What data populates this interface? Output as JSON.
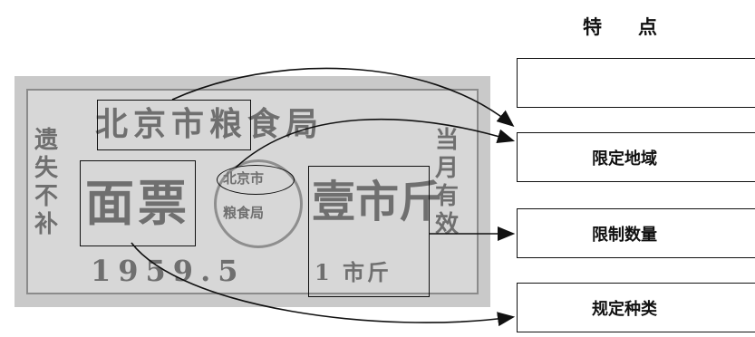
{
  "header": {
    "title_1": "特",
    "title_2": "点"
  },
  "boxes": [
    {
      "label": ""
    },
    {
      "label": "限定地域"
    },
    {
      "label": "限制数量"
    },
    {
      "label": "规定种类"
    }
  ],
  "ticket": {
    "title": "北京市粮食局",
    "left_vertical": [
      "遗",
      "失",
      "不",
      "补"
    ],
    "right_vertical": [
      "当",
      "月",
      "有",
      "效"
    ],
    "main": "面票",
    "quantity": "壹市斤",
    "quantity_sub": "1 市斤",
    "year": "1959.5",
    "seal_line1": "北京市",
    "seal_line2": "粮食局"
  },
  "colors": {
    "stroke": "#111111",
    "ticket_bg": "#cfcfcf",
    "ticket_ink": "#6f6f6f"
  }
}
